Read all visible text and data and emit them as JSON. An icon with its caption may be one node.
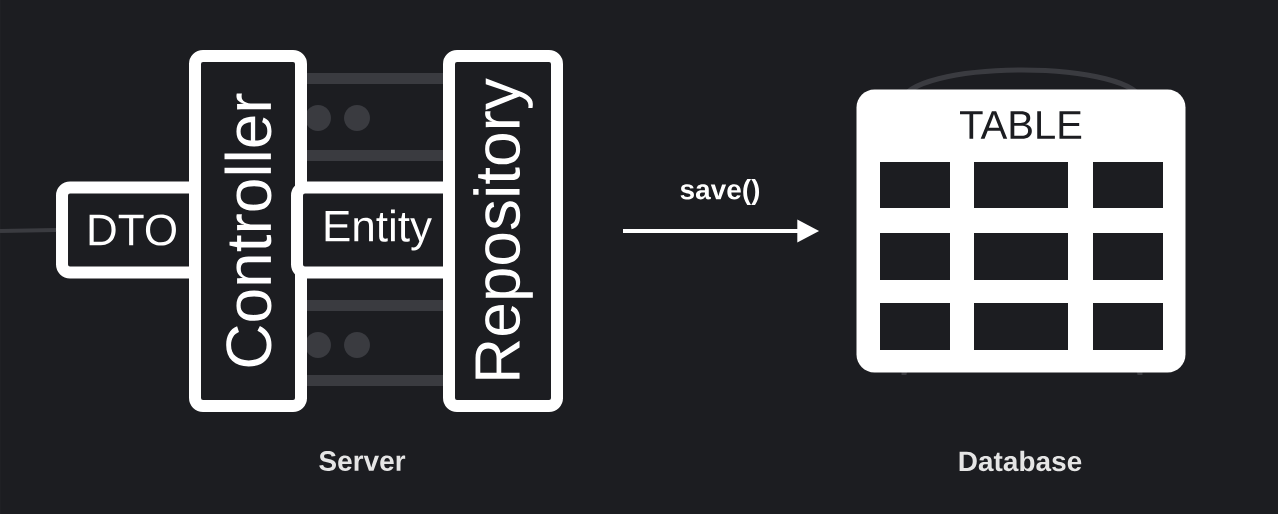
{
  "diagram": {
    "nodes": [
      {
        "text": [
          "DTO"
        ]
      },
      {
        "text": [
          "Controller"
        ]
      },
      {
        "text": [
          "Entity"
        ]
      },
      {
        "text": [
          "Repository"
        ]
      },
      {
        "text": [
          "TABLE"
        ]
      }
    ],
    "edges": [
      {
        "from": null,
        "to": 0,
        "arrow": "none",
        "color": "#3a3b40"
      },
      {
        "from": 3,
        "to": 4,
        "arrow": "to",
        "label": "save()",
        "color": "#ffffff"
      }
    ],
    "labels": [
      "Server",
      "Database"
    ]
  }
}
